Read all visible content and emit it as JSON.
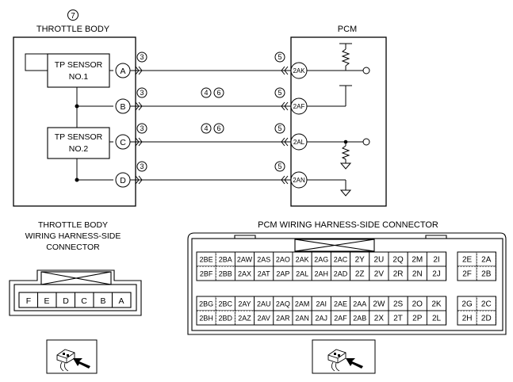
{
  "throttle_body": {
    "ref_number": "7",
    "title": "THROTTLE BODY",
    "sensor1_line1": "TP SENSOR",
    "sensor1_line2": "NO.1",
    "sensor2_line1": "TP SENSOR",
    "sensor2_line2": "NO.2",
    "pins": [
      "A",
      "B",
      "C",
      "D"
    ]
  },
  "pcm": {
    "title": "PCM",
    "pins": [
      "2AK",
      "2AF",
      "2AL",
      "2AN"
    ]
  },
  "ref_labels": {
    "left_pin_refs": [
      "3",
      "3",
      "3",
      "3"
    ],
    "right_pin_refs": [
      "5",
      "5",
      "5",
      "5"
    ],
    "mid_refs_row_b": [
      "4",
      "6"
    ],
    "mid_refs_row_c": [
      "4",
      "6"
    ]
  },
  "throttle_connector": {
    "caption_line1": "THROTTLE BODY",
    "caption_line2": "WIRING HARNESS-SIDE",
    "caption_line3": "CONNECTOR",
    "pins": [
      "F",
      "E",
      "D",
      "C",
      "B",
      "A"
    ]
  },
  "pcm_connector": {
    "caption": "PCM WIRING HARNESS-SIDE CONNECTOR",
    "left_block": {
      "rows": [
        [
          "2BE",
          "2BA",
          "2AW",
          "2AS",
          "2AO",
          "2AK",
          "2AG",
          "2AC",
          "2Y",
          "2U",
          "2Q",
          "2M",
          "2I"
        ],
        [
          "2BF",
          "2BB",
          "2AX",
          "2AT",
          "2AP",
          "2AL",
          "2AH",
          "2AD",
          "2Z",
          "2V",
          "2R",
          "2N",
          "2J"
        ],
        [
          "2BG",
          "2BC",
          "2AY",
          "2AU",
          "2AQ",
          "2AM",
          "2AI",
          "2AE",
          "2AA",
          "2W",
          "2S",
          "2O",
          "2K"
        ],
        [
          "2BH",
          "2BD",
          "2AZ",
          "2AV",
          "2AR",
          "2AN",
          "2AJ",
          "2AF",
          "2AB",
          "2X",
          "2T",
          "2P",
          "2L"
        ]
      ]
    },
    "right_block": {
      "rows": [
        [
          "2E",
          "2A"
        ],
        [
          "2F",
          "2B"
        ],
        [
          "2G",
          "2C"
        ],
        [
          "2H",
          "2D"
        ]
      ]
    }
  }
}
